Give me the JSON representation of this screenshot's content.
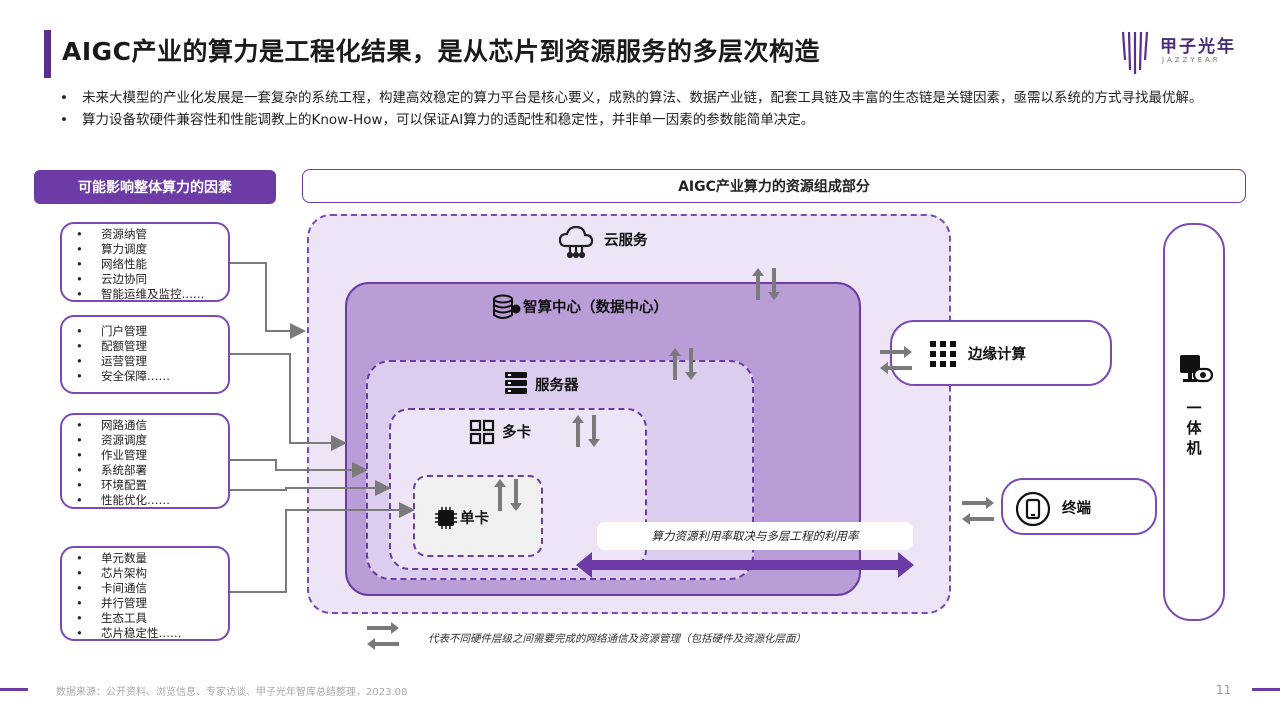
{
  "header": {
    "title": "AIGC产业的算力是工程化结果，是从芯片到资源服务的多层次构造",
    "brand_name": "甲子光年",
    "brand_sub": "JAZZYEAR"
  },
  "bullets": [
    "未来大模型的产业化发展是一套复杂的系统工程，构建高效稳定的算力平台是核心要义，成熟的算法、数据产业链，配套工具链及丰富的生态链是关键因素，亟需以系统的方式寻找最优解。",
    "算力设备软硬件兼容性和性能调教上的Know-How，可以保证AI算力的适配性和稳定性，并非单一因素的参数能简单决定。"
  ],
  "left_panel": {
    "header": "可能影响整体算力的因素",
    "groups": [
      [
        "资源纳管",
        "算力调度",
        "网络性能",
        "云边协同",
        "智能运维及监控……"
      ],
      [
        "门户管理",
        "配额管理",
        "运营管理",
        "安全保障……"
      ],
      [
        "网路通信",
        "资源调度",
        "作业管理",
        "系统部署",
        "环境配置",
        "性能优化……"
      ],
      [
        "单元数量",
        "芯片架构",
        "卡间通信",
        "并行管理",
        "生态工具",
        "芯片稳定性……"
      ]
    ]
  },
  "right_panel": {
    "header": "AIGC产业算力的资源组成部分",
    "layers": {
      "cloud": "云服务",
      "datacenter": "智算中心（数据中心）",
      "server": "服务器",
      "multi_card": "多卡",
      "single_card": "单卡"
    },
    "edge": "边缘计算",
    "terminal": "终端",
    "all_in_one": "一体机",
    "utilization_note": "算力资源利用率取决与多层工程的利用率"
  },
  "legend": "代表不同硬件层级之间需要完成的网络通信及资源管理（包括硬件及资源化层面）",
  "footer": {
    "source": "数据来源：公开资料、浏览信息、专家访谈、甲子光年智库总结整理，2023.08",
    "page": "11"
  },
  "colors": {
    "accent": "#6c3ba5",
    "accent_light": "#ede5f6",
    "datacenter_fill": "#b99dd6",
    "server_fill": "#dccdee",
    "arrow_gray": "#7a7a7a"
  }
}
